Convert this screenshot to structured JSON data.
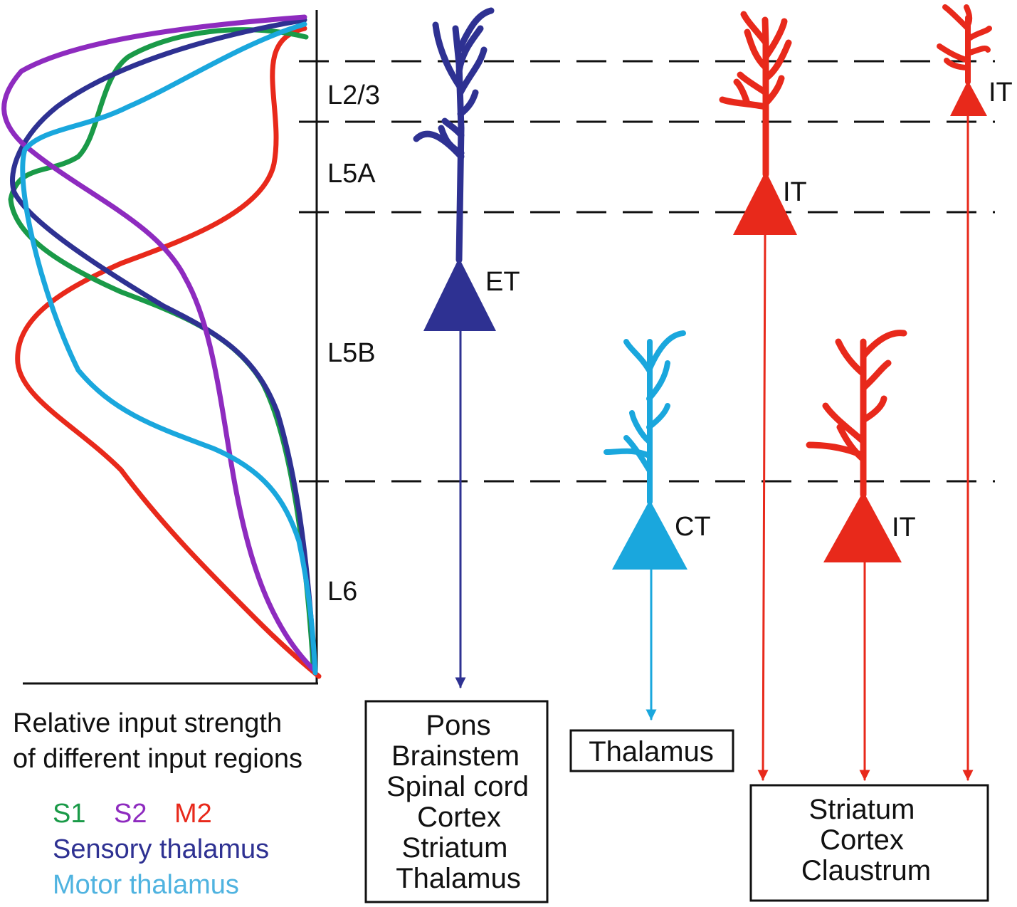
{
  "layers": [
    "L2/3",
    "L5A",
    "L5B",
    "L6"
  ],
  "neurons": [
    {
      "type": "ET",
      "color": "#2e3192"
    },
    {
      "type": "CT",
      "color": "#1aa7dd"
    },
    {
      "type": "IT",
      "color": "#e8291b"
    },
    {
      "type": "IT",
      "color": "#e8291b"
    },
    {
      "type": "IT",
      "color": "#e8291b"
    }
  ],
  "targets": {
    "et": [
      "Pons",
      "Brainstem",
      "Spinal cord",
      "Cortex",
      "Striatum",
      "Thalamus"
    ],
    "ct": [
      "Thalamus"
    ],
    "it": [
      "Striatum",
      "Cortex",
      "Claustrum"
    ]
  },
  "caption": {
    "line1": "Relative input strength",
    "line2": "of different input regions"
  },
  "legend": {
    "s1": {
      "label": "S1",
      "color": "#1a9a48"
    },
    "s2": {
      "label": "S2",
      "color": "#8e2bbf"
    },
    "m2": {
      "label": "M2",
      "color": "#e8291b"
    },
    "sensory_thalamus": {
      "label": "Sensory thalamus",
      "color": "#2e3192"
    },
    "motor_thalamus": {
      "label": "Motor thalamus",
      "color": "#4fb3e0"
    }
  }
}
